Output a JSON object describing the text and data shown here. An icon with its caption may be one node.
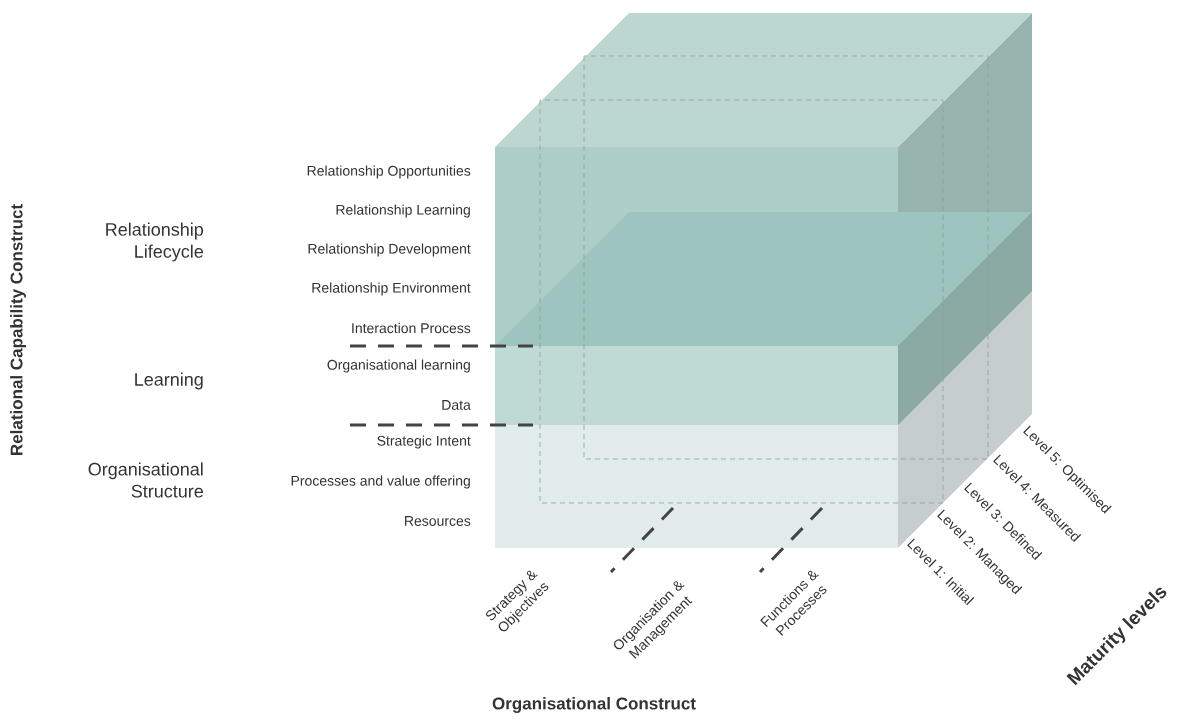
{
  "diagram": {
    "labels": [
      "Relational Capability Construct",
      "Relationship Opportunities",
      "Relationship Lifecycle",
      "Relationship Learning",
      "Relationship Development",
      "Relationship Environment",
      "Interaction Process",
      "Learning",
      "Organisational learning",
      "Data",
      "Strategic Intent",
      "Organisational Structure",
      "Processes and value offering",
      "Resources",
      "Level 5: Optimised",
      "Level 4: Measured",
      "Level 3: Defined",
      "Level 2: Managed",
      "Level 1: Initial",
      "Strategy & Objectives",
      "Organisation & Management",
      "Functions & Processes",
      "Maturity levels",
      "Organisational Construct"
    ]
  }
}
